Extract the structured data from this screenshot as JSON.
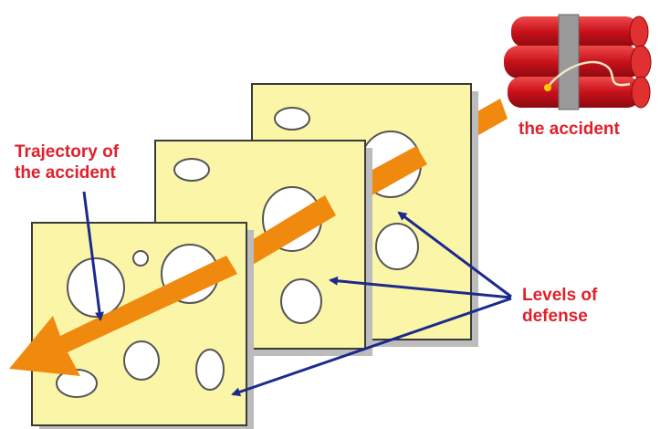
{
  "labels": {
    "trajectory_line1": "Trajectory of",
    "trajectory_line2": "the accident",
    "defense_line1": "Levels of",
    "defense_line2": "defense",
    "accident": "the accident"
  },
  "colors": {
    "slice_fill": "#fbf5a8",
    "slice_shadow": "#bcbcbc",
    "slice_edge": "#3a3a3a",
    "trajectory_arrow": "#f08a0e",
    "pointer_arrows": "#1c2a8c",
    "label_text": "#e0202a",
    "dynamite_red": "#d0161e",
    "dynamite_tape": "#9a9a9a"
  },
  "icons": {
    "hazard": "dynamite-icon",
    "defense_layer": "swiss-cheese-slice"
  }
}
